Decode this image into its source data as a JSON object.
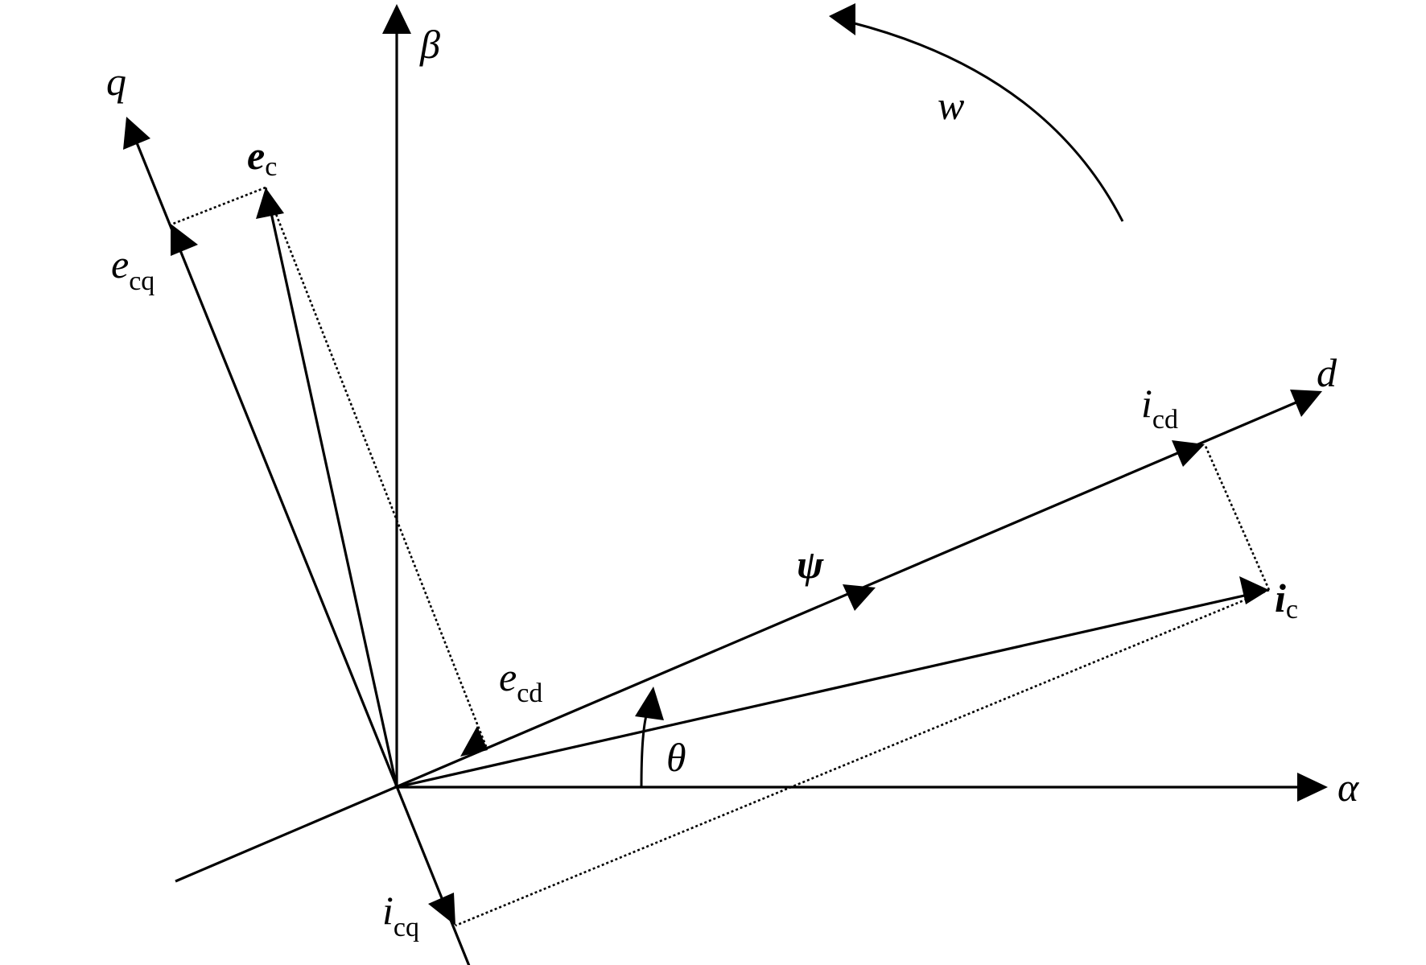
{
  "labels": {
    "alpha": "α",
    "beta": "β",
    "d": "d",
    "q": "q",
    "w": "w",
    "theta": "θ",
    "psi": "ψ",
    "ec": {
      "main": "e",
      "sub": "c"
    },
    "ecq": {
      "main": "e",
      "sub": "cq"
    },
    "ecd": {
      "main": "e",
      "sub": "cd"
    },
    "ic": {
      "main": "i",
      "sub": "c"
    },
    "icd": {
      "main": "i",
      "sub": "cd"
    },
    "icq": {
      "main": "i",
      "sub": "cq"
    }
  },
  "colors": {
    "ink": "#000000",
    "background": "#ffffff"
  }
}
